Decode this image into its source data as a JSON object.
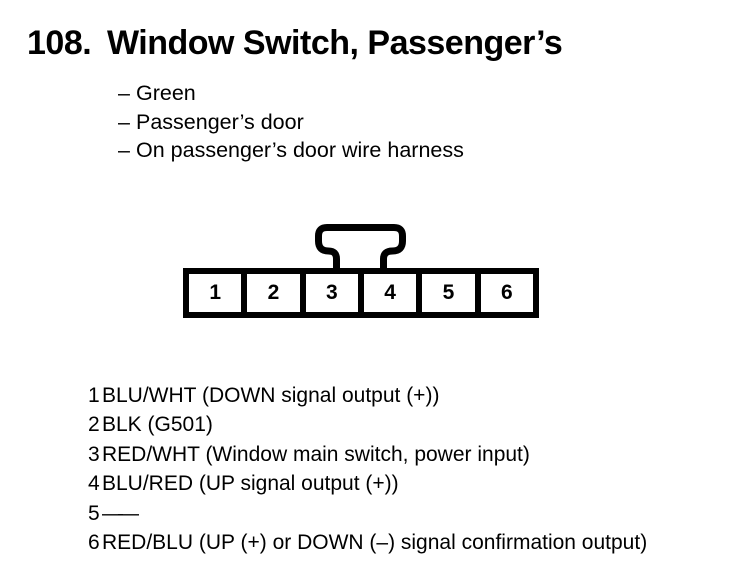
{
  "header": {
    "number": "108.",
    "title": "Window Switch, Passenger’s"
  },
  "details": {
    "marker": "–",
    "items": [
      "Green",
      "Passenger’s door",
      "On passenger’s door wire harness"
    ]
  },
  "connector": {
    "cells": [
      "1",
      "2",
      "3",
      "4",
      "5",
      "6"
    ]
  },
  "pins": [
    {
      "num": "1",
      "desc": "BLU/WHT (DOWN signal output (+))"
    },
    {
      "num": "2",
      "desc": "BLK (G501)"
    },
    {
      "num": "3",
      "desc": "RED/WHT (Window main switch, power input)"
    },
    {
      "num": "4",
      "desc": "BLU/RED (UP signal output (+))"
    },
    {
      "num": "5",
      "desc": "——"
    },
    {
      "num": "6",
      "desc": "RED/BLU (UP (+) or DOWN (–) signal confirmation output)"
    }
  ],
  "colors": {
    "ink": "#000000",
    "paper": "#ffffff"
  }
}
